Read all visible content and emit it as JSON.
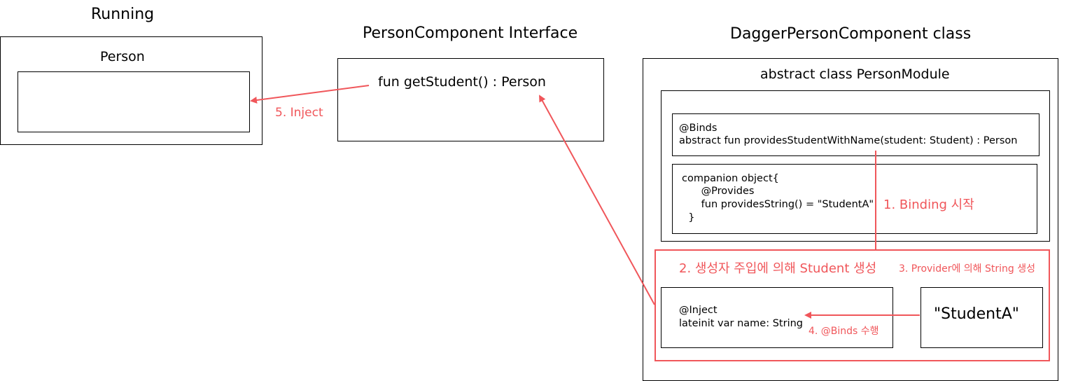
{
  "running": {
    "title": "Running",
    "outer_label": "Person"
  },
  "component_interface": {
    "title": "PersonComponent Interface",
    "method": "fun getStudent() : Person"
  },
  "dagger_class": {
    "title": "DaggerPersonComponent class",
    "module_title": "abstract  class PersonModule",
    "binds_code": {
      "line1": "@Binds",
      "line2": "abstract fun providesStudentWithName(student: Student) : Person"
    },
    "companion_code": {
      "line1": "companion object{",
      "line2": "      @Provides",
      "line3": "      fun providesString() = \"StudentA\"",
      "line4": "  }"
    },
    "student_code": {
      "line1": "@Inject",
      "line2": "lateinit var name: String"
    },
    "string_value": "\"StudentA\""
  },
  "annotations": {
    "step1": "1. Binding 시작",
    "step2": "2. 생성자 주입에 의해 Student 생성",
    "step3": "3. Provider에 의해 String 생성",
    "step4": "4. @Binds 수행",
    "step5": "5. Inject"
  },
  "colors": {
    "accent": "#f0565a",
    "stroke": "#000000"
  }
}
